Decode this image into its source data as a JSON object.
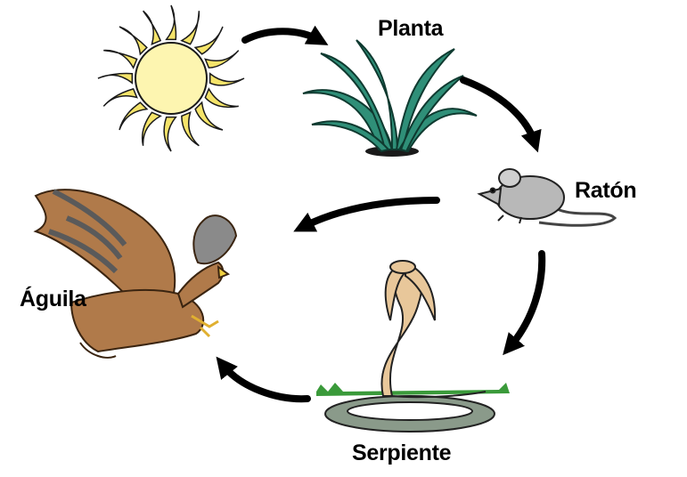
{
  "diagram": {
    "labels": {
      "plant": "Planta",
      "mouse": "Ratón",
      "snake": "Serpiente",
      "eagle": "Águila"
    },
    "colors": {
      "sun_fill": "#fdf5b0",
      "sun_rays": "#f5e46a",
      "plant": "#2f8f78",
      "mouse": "#b8b8b8",
      "snake_body": "#e8c79a",
      "snake_band": "#8a9a8a",
      "eagle": "#b07a4a",
      "grass": "#3a9a3a",
      "arrow": "#000000"
    }
  }
}
